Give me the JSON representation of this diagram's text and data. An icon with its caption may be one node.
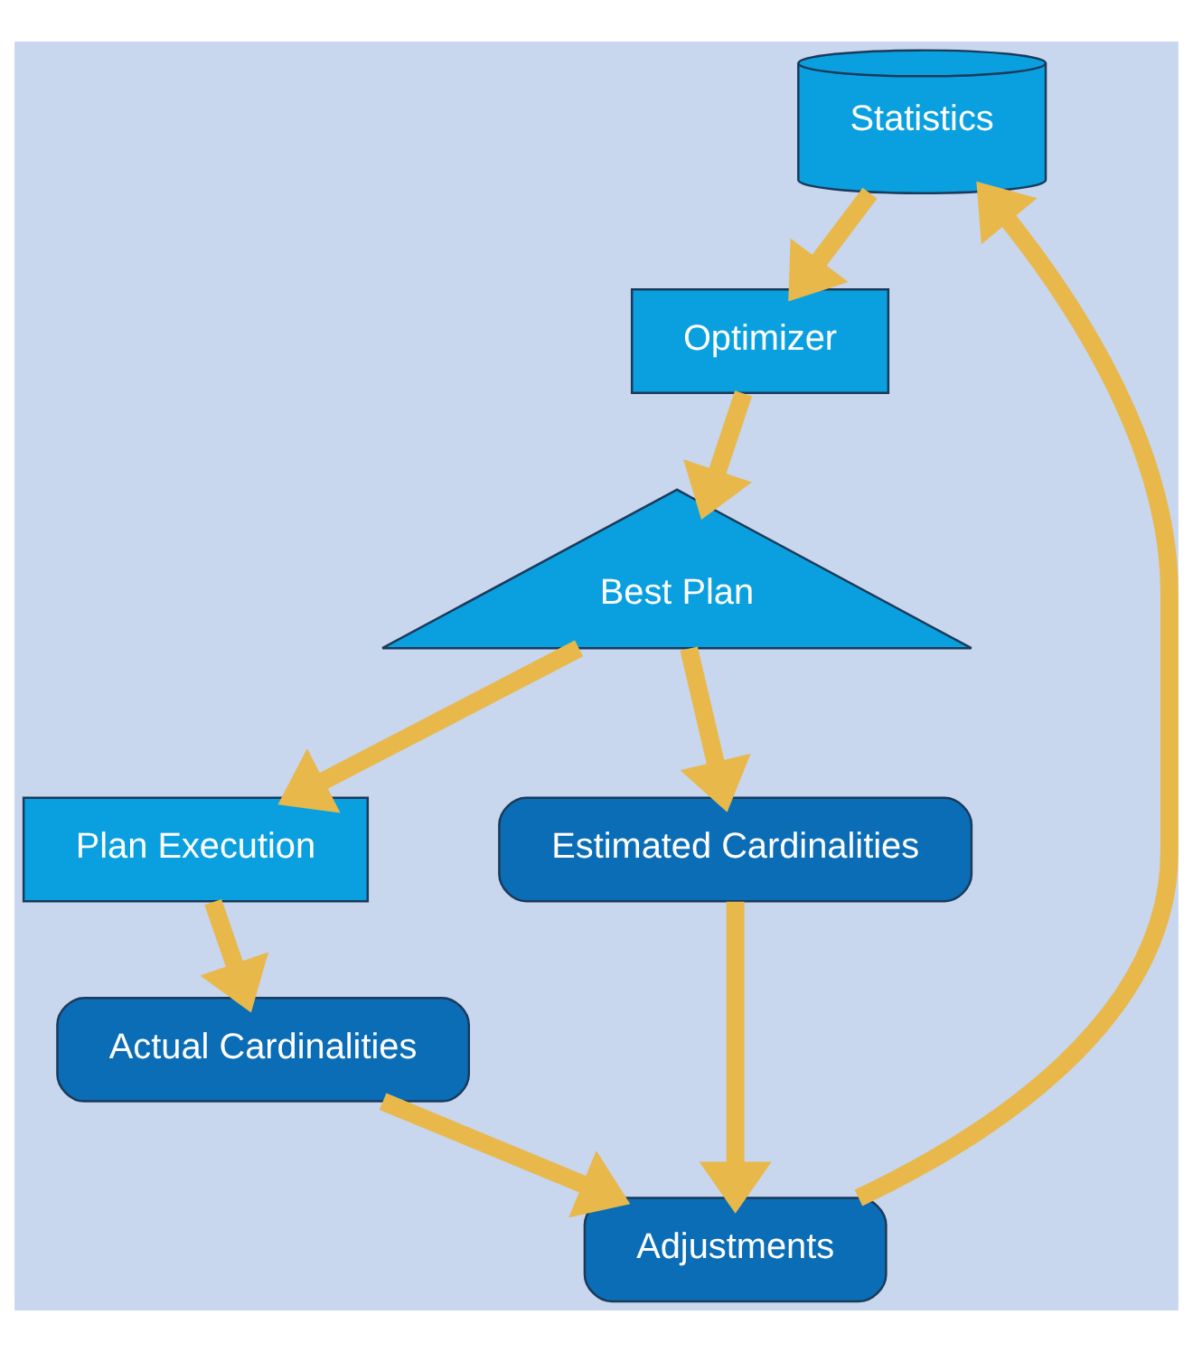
{
  "diagram": {
    "nodes": [
      {
        "text": [
          "Statistics"
        ]
      },
      {
        "text": [
          "Optimizer"
        ]
      },
      {
        "text": [
          "Best Plan"
        ]
      },
      {
        "text": [
          "Plan Execution"
        ]
      },
      {
        "text": [
          "Estimated Cardinalities"
        ]
      },
      {
        "text": [
          "Actual Cardinalities"
        ]
      },
      {
        "text": [
          "Adjustments"
        ]
      }
    ],
    "edges": [
      {
        "from": 0,
        "to": 1,
        "arrow": "to"
      },
      {
        "from": 1,
        "to": 2,
        "arrow": "to"
      },
      {
        "from": 2,
        "to": 3,
        "arrow": "to"
      },
      {
        "from": 2,
        "to": 4,
        "arrow": "to"
      },
      {
        "from": 3,
        "to": 5,
        "arrow": "to"
      },
      {
        "from": 4,
        "to": 6,
        "arrow": "to"
      },
      {
        "from": 5,
        "to": 6,
        "arrow": "to"
      },
      {
        "from": 6,
        "to": 0,
        "arrow": "to"
      }
    ]
  }
}
